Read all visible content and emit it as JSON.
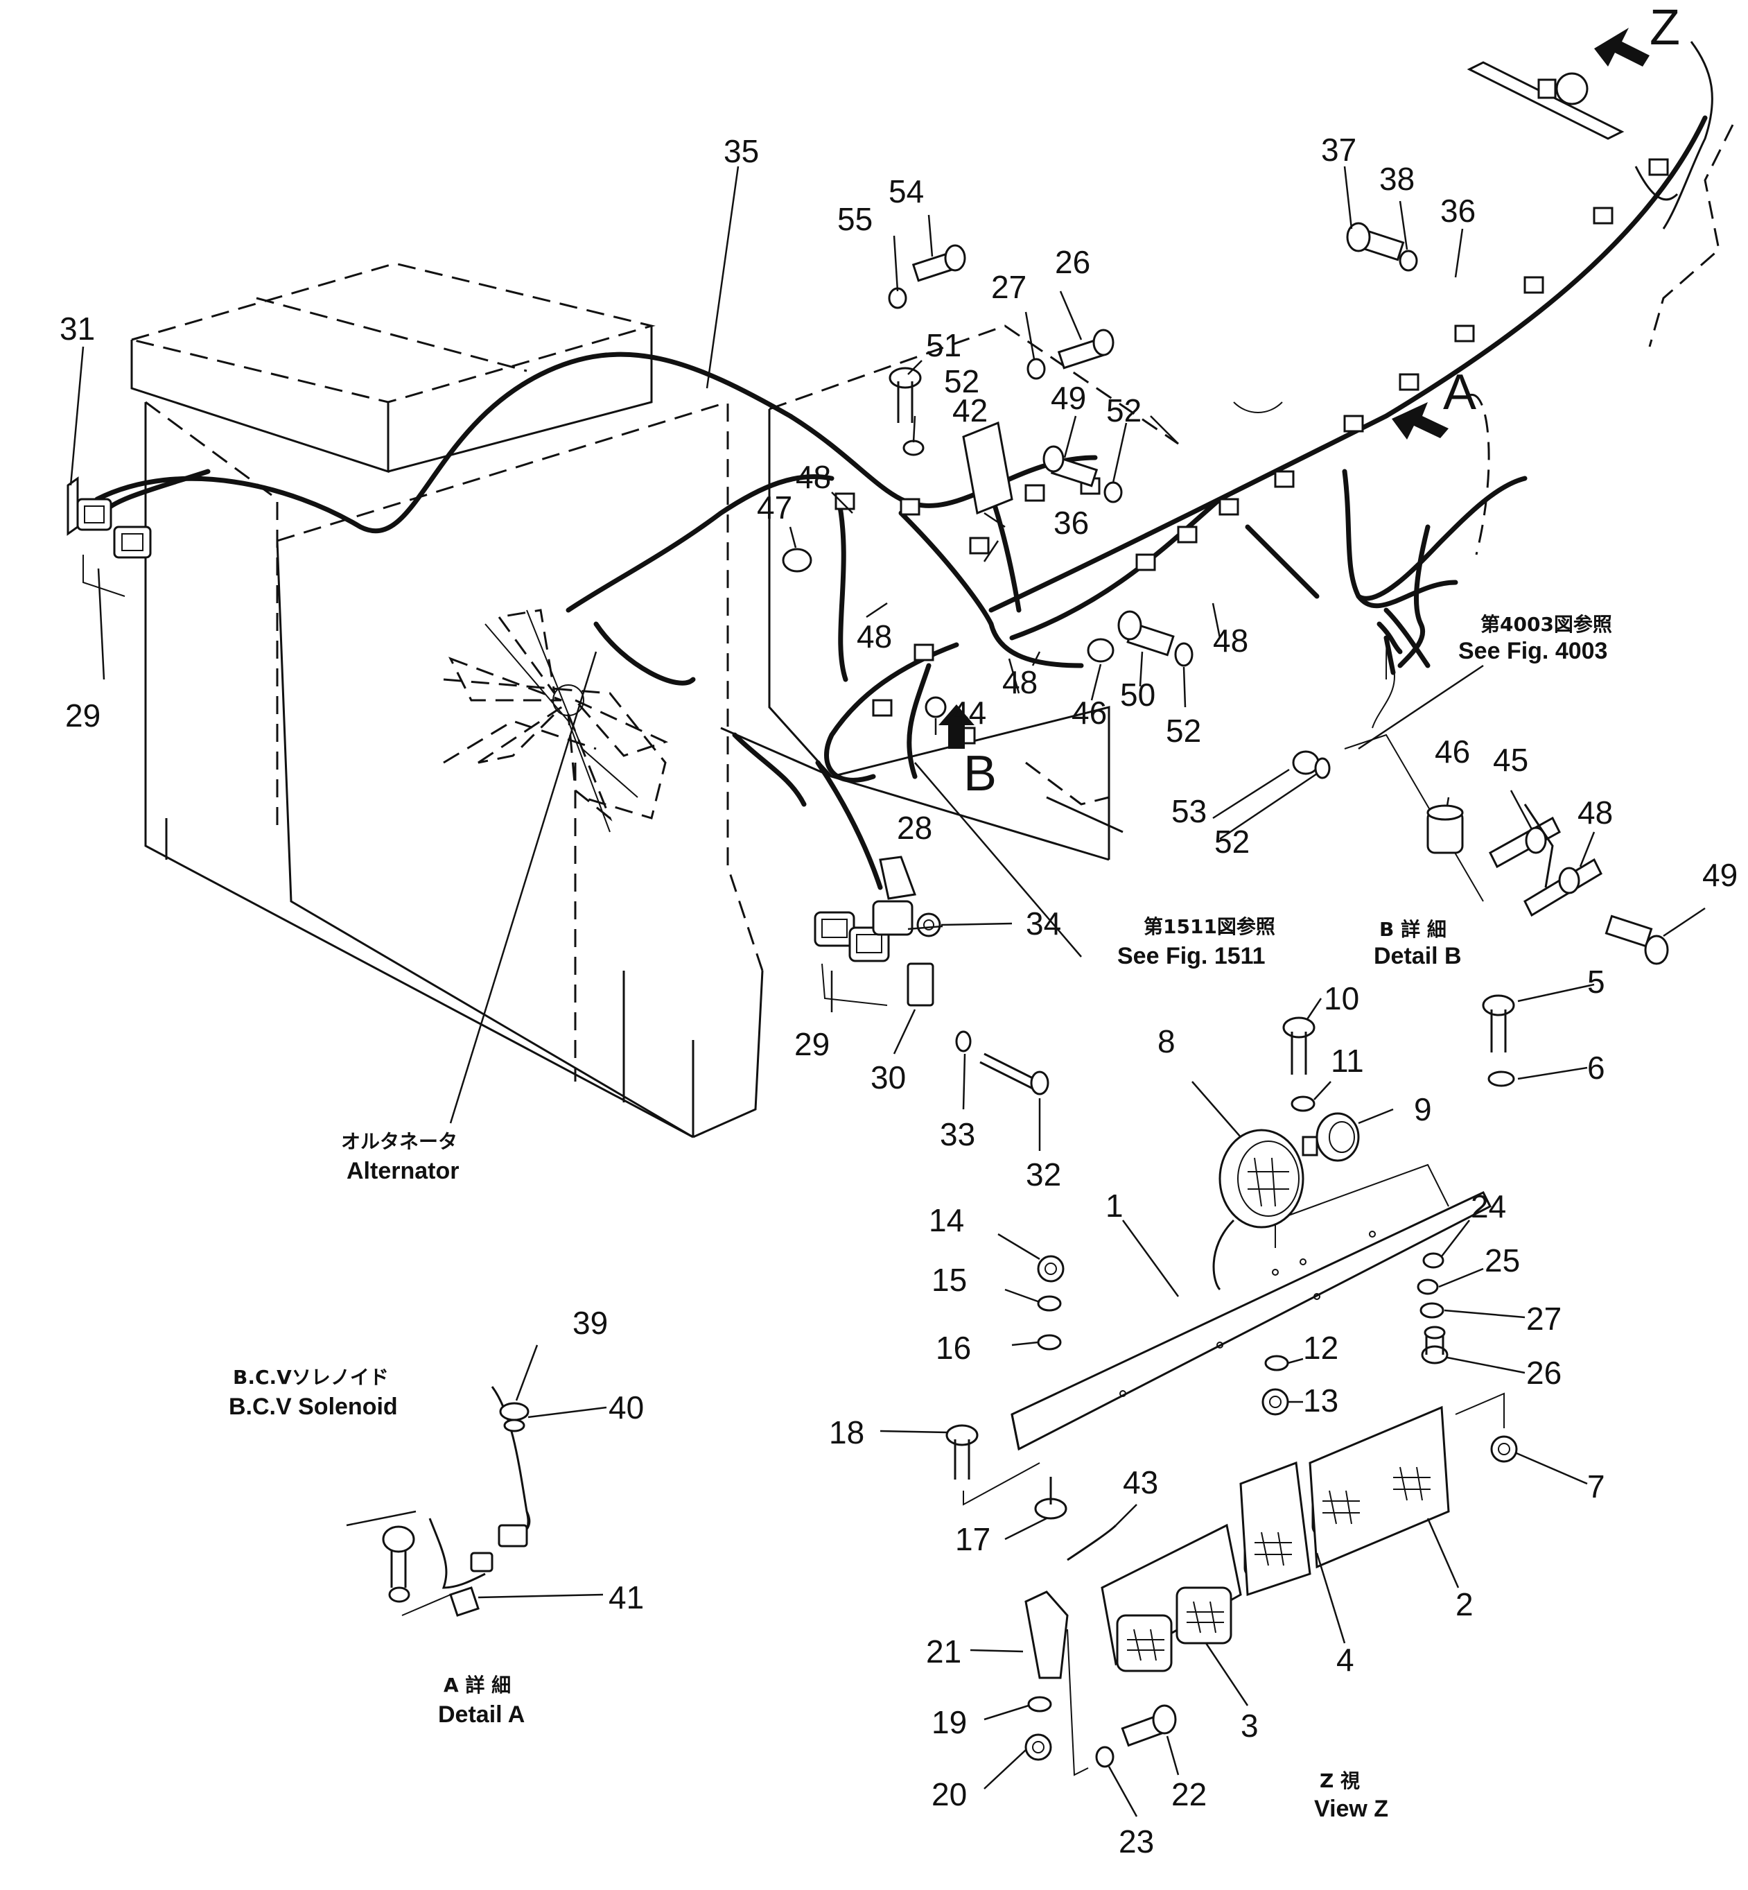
{
  "part_numbers": {
    "p1": "1",
    "p2": "2",
    "p3": "3",
    "p4": "4",
    "p5": "5",
    "p6": "6",
    "p7": "7",
    "p8": "8",
    "p9": "9",
    "p10": "10",
    "p11": "11",
    "p12": "12",
    "p13": "13",
    "p14": "14",
    "p15": "15",
    "p16": "16",
    "p17": "17",
    "p18": "18",
    "p19": "19",
    "p20": "20",
    "p21": "21",
    "p22": "22",
    "p23": "23",
    "p24": "24",
    "p25": "25",
    "p26": "26",
    "p27": "27",
    "p28": "28",
    "p29": "29",
    "p30": "30",
    "p31": "31",
    "p32": "32",
    "p33": "33",
    "p34": "34",
    "p35": "35",
    "p36": "36",
    "p37": "37",
    "p38": "38",
    "p39": "39",
    "p40": "40",
    "p41": "41",
    "p42": "42",
    "p43": "43",
    "p44": "44",
    "p45": "45",
    "p46": "46",
    "p47": "47",
    "p48": "48",
    "p49": "49",
    "p50": "50",
    "p51": "51",
    "p52": "52",
    "p53": "53",
    "p54": "54",
    "p55": "55"
  },
  "view_arrows": {
    "z": "Z",
    "a": "A",
    "b": "B"
  },
  "notes": {
    "see4003_jp": "第4003図参照",
    "see4003_en": "See Fig. 4003",
    "see1511_jp": "第1511図参照",
    "see1511_en": "See Fig. 1511",
    "detailB_jp": "B 詳 細",
    "detailB_en": "Detail B",
    "alternator_jp": "オルタネータ",
    "alternator_en": "Alternator",
    "bcv_jp": "B.C.Vソレノイド",
    "bcv_en": "B.C.V Solenoid",
    "detailA_jp": "A 詳 細",
    "detailA_en": "Detail A",
    "viewZ_jp": "Z 視",
    "viewZ_en": "View Z"
  }
}
